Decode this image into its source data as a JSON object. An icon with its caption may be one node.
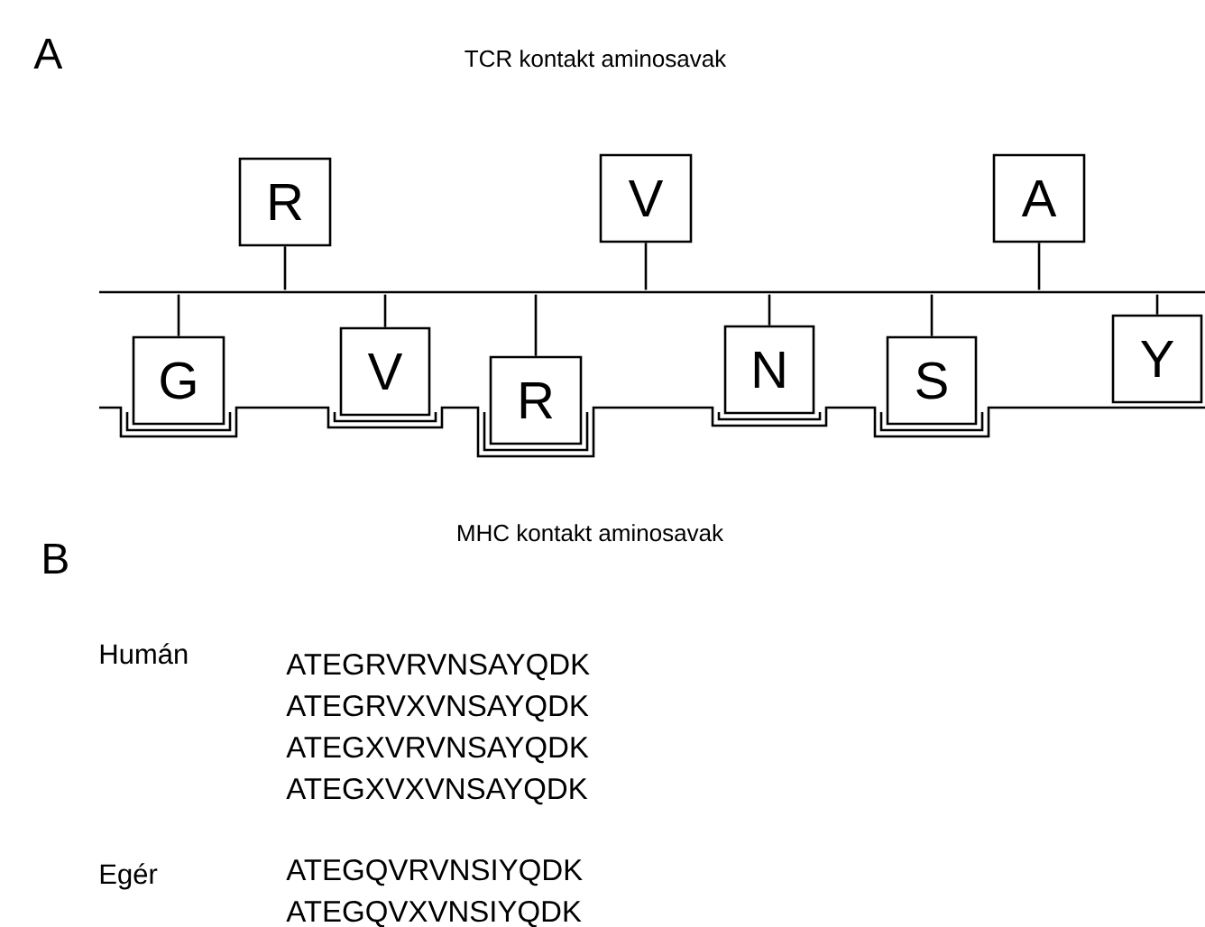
{
  "diagram": {
    "nodes": [
      {
        "text": [
          "R"
        ]
      },
      {
        "text": [
          "V"
        ]
      },
      {
        "text": [
          "A"
        ]
      },
      {
        "text": [
          "G"
        ]
      },
      {
        "text": [
          "V"
        ]
      },
      {
        "text": [
          "R"
        ]
      },
      {
        "text": [
          "N"
        ]
      },
      {
        "text": [
          "S"
        ]
      },
      {
        "text": [
          "Y"
        ]
      },
      {
        "text": [],
        "shape": "bar"
      }
    ],
    "edges": [
      {
        "from": 9,
        "to": 0,
        "arrow": "none"
      },
      {
        "from": 9,
        "to": 1,
        "arrow": "none"
      },
      {
        "from": 9,
        "to": 2,
        "arrow": "none"
      },
      {
        "from": 9,
        "to": 3,
        "arrow": "none"
      },
      {
        "from": 9,
        "to": 4,
        "arrow": "none"
      },
      {
        "from": 9,
        "to": 5,
        "arrow": "none"
      },
      {
        "from": 9,
        "to": 6,
        "arrow": "none"
      },
      {
        "from": 9,
        "to": 7,
        "arrow": "none"
      },
      {
        "from": 9,
        "to": 8,
        "arrow": "none"
      }
    ],
    "labels": [
      "A",
      "TCR kontakt aminosavak",
      "B",
      "MHC kontakt aminosavak",
      "Humán",
      "ATEGRVRVNSAYQDK",
      "ATEGRVXVNSAYQDK",
      "ATEGXVRVNSAYQDK",
      "ATEGXVXVNSAYQDK",
      "Egér",
      "ATEGQVRVNSIYQDK",
      "ATEGQVXVNSIYQDK"
    ]
  }
}
